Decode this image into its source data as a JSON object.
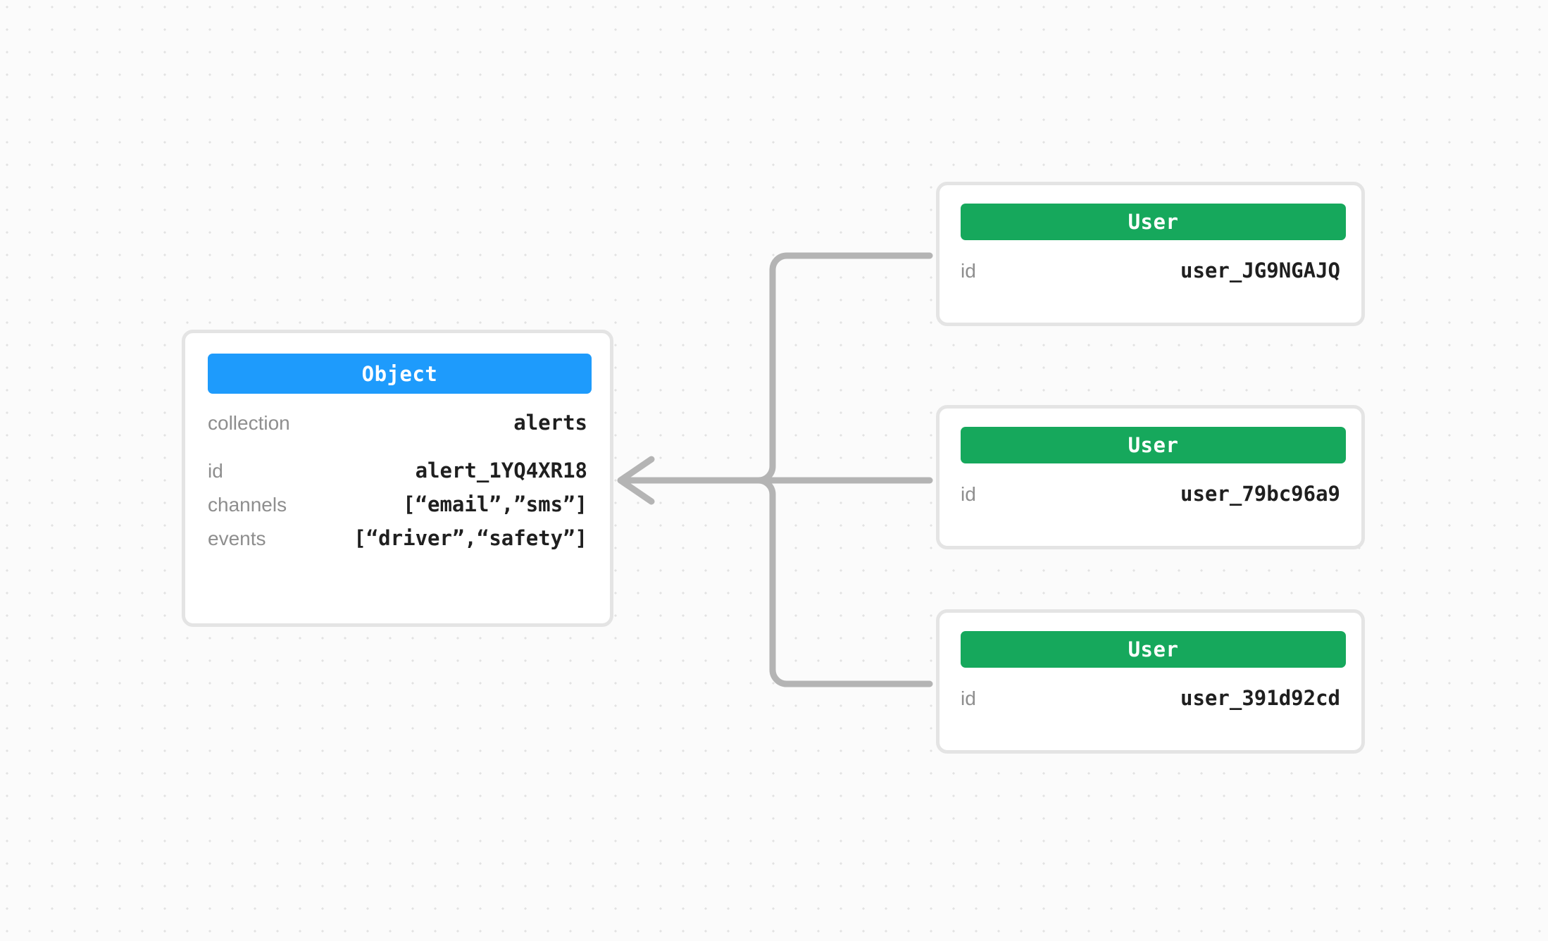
{
  "canvas": {
    "background_color": "#fbfbfb",
    "dot_color": "#e2e2e2",
    "edge_color": "#b4b4b4",
    "card_border_color": "#e4e4e4"
  },
  "nodes": {
    "object": {
      "type_label": "Object",
      "header_color": "#1e9bfc",
      "fields": [
        {
          "key": "collection",
          "value": "alerts"
        },
        {
          "key": "id",
          "value": "alert_1YQ4XR18"
        },
        {
          "key": "channels",
          "value": "[“email”,”sms”]"
        },
        {
          "key": "events",
          "value": "[“driver”,“safety”]"
        }
      ]
    },
    "users": [
      {
        "type_label": "User",
        "header_color": "#16a85c",
        "fields": [
          {
            "key": "id",
            "value": "user_JG9NGAJQ"
          }
        ]
      },
      {
        "type_label": "User",
        "header_color": "#16a85c",
        "fields": [
          {
            "key": "id",
            "value": "user_79bc96a9"
          }
        ]
      },
      {
        "type_label": "User",
        "header_color": "#16a85c",
        "fields": [
          {
            "key": "id",
            "value": "user_391d92cd"
          }
        ]
      }
    ]
  },
  "edges": [
    {
      "from": "user-0",
      "to": "object",
      "direction": "left",
      "arrowhead": true
    },
    {
      "from": "user-1",
      "to": "object",
      "direction": "left",
      "arrowhead": true
    },
    {
      "from": "user-2",
      "to": "object",
      "direction": "left",
      "arrowhead": true
    }
  ]
}
